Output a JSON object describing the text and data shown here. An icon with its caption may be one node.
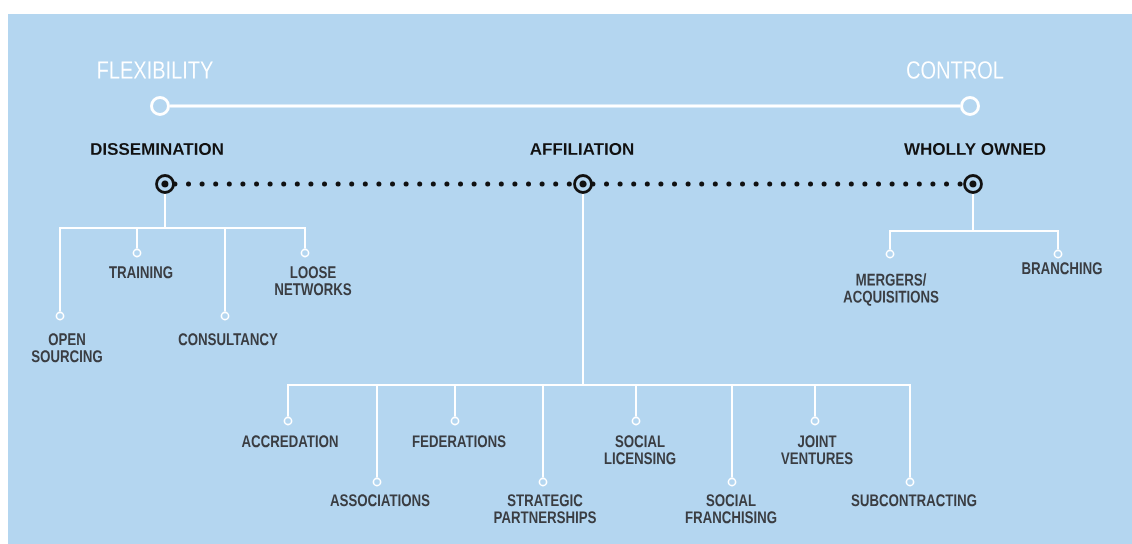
{
  "diagram": {
    "nodes": [
      {
        "text": [
          "FLEXIBILITY"
        ]
      },
      {
        "text": [
          "CONTROL"
        ]
      },
      {
        "text": [
          "DISSEMINATION"
        ]
      },
      {
        "text": [
          "AFFILIATION"
        ]
      },
      {
        "text": [
          "WHOLLY OWNED"
        ]
      },
      {
        "text": [
          "OPEN SOURCING"
        ]
      },
      {
        "text": [
          "TRAINING"
        ]
      },
      {
        "text": [
          "CONSULTANCY"
        ]
      },
      {
        "text": [
          "LOOSE NETWORKS"
        ]
      },
      {
        "text": [
          "MERGERS/ ACQUISITIONS"
        ]
      },
      {
        "text": [
          "BRANCHING"
        ]
      },
      {
        "text": [
          "ACCREDATION"
        ]
      },
      {
        "text": [
          "ASSOCIATIONS"
        ]
      },
      {
        "text": [
          "FEDERATIONS"
        ]
      },
      {
        "text": [
          "STRATEGIC PARTNERSHIPS"
        ]
      },
      {
        "text": [
          "SOCIAL LICENSING"
        ]
      },
      {
        "text": [
          "SOCIAL FRANCHISING"
        ]
      },
      {
        "text": [
          "JOINT VENTURES"
        ]
      },
      {
        "text": [
          "SUBCONTRACTING"
        ]
      }
    ],
    "edges": [
      {
        "from": 0,
        "to": 1,
        "arrow": "none"
      },
      {
        "from": 2,
        "to": 3,
        "arrow": "none",
        "style": "dashed",
        "color": "#111111"
      },
      {
        "from": 3,
        "to": 4,
        "arrow": "none",
        "style": "dashed",
        "color": "#111111"
      },
      {
        "from": 2,
        "to": 5,
        "arrow": "none"
      },
      {
        "from": 2,
        "to": 6,
        "arrow": "none"
      },
      {
        "from": 2,
        "to": 7,
        "arrow": "none"
      },
      {
        "from": 2,
        "to": 8,
        "arrow": "none"
      },
      {
        "from": 4,
        "to": 9,
        "arrow": "none"
      },
      {
        "from": 4,
        "to": 10,
        "arrow": "none"
      },
      {
        "from": 3,
        "to": 11,
        "arrow": "none"
      },
      {
        "from": 3,
        "to": 12,
        "arrow": "none"
      },
      {
        "from": 3,
        "to": 13,
        "arrow": "none"
      },
      {
        "from": 3,
        "to": 14,
        "arrow": "none"
      },
      {
        "from": 3,
        "to": 15,
        "arrow": "none"
      },
      {
        "from": 3,
        "to": 16,
        "arrow": "none"
      },
      {
        "from": 3,
        "to": 17,
        "arrow": "none"
      },
      {
        "from": 3,
        "to": 18,
        "arrow": "none"
      }
    ]
  }
}
